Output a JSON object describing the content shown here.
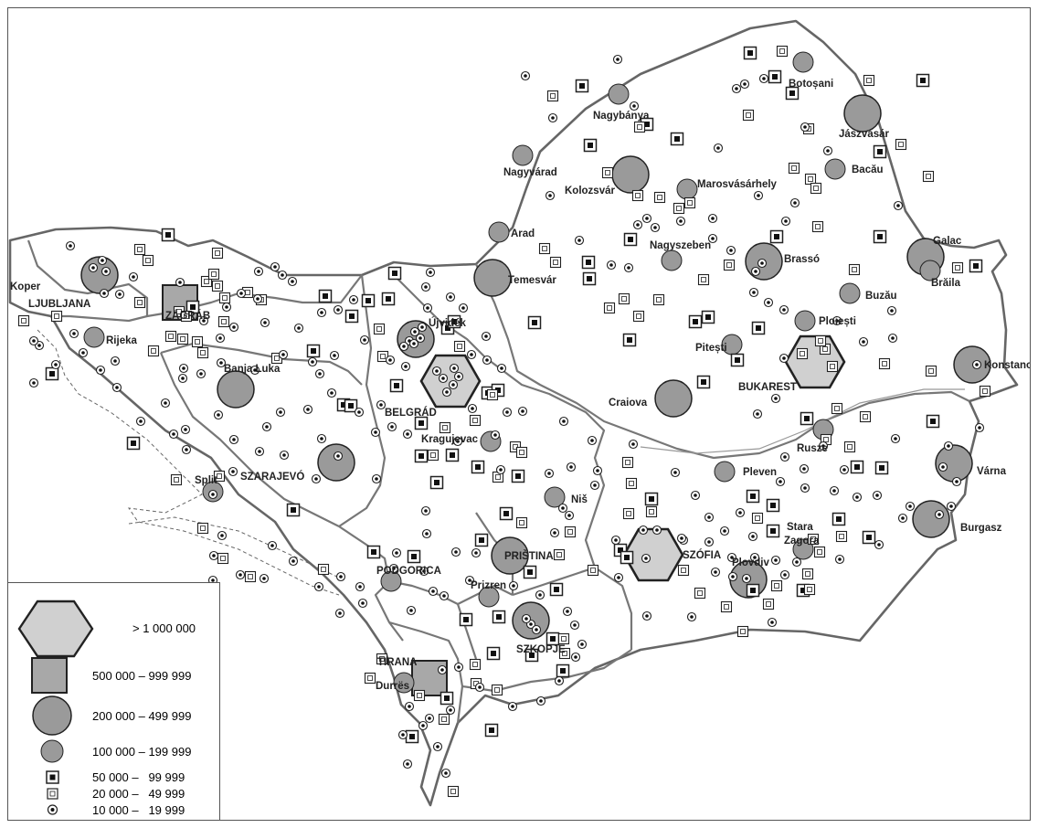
{
  "colors": {
    "fill_mega": "#d0d0d0",
    "fill_large": "#a8a8a8",
    "fill_medium": "#9a9a9a",
    "outline": "#222222",
    "border": "#777777"
  },
  "legend": [
    {
      "symbol": "hexagon",
      "label": "> 1 000 000"
    },
    {
      "symbol": "big-square",
      "label": "500 000 – 999 999"
    },
    {
      "symbol": "big-circle",
      "label": "200 000 – 499 999"
    },
    {
      "symbol": "circle",
      "label": "100 000 – 199 999"
    },
    {
      "symbol": "filled-square",
      "label": "50 000 –   99 999"
    },
    {
      "symbol": "hollow-square",
      "label": "20 000 –   49 999"
    },
    {
      "symbol": "dot",
      "label": "10 000 –   19 999"
    }
  ],
  "cities": {
    "koper": "Koper",
    "ljubljana": "LJUBLJANA",
    "zagreb": "ZÁGRÁB",
    "rijeka": "Rijeka",
    "banja_luka": "Banja Luka",
    "split": "Split",
    "sarajevo": "SZARAJEVÓ",
    "podgorica": "PODGORICA",
    "tirana": "TIRANA",
    "durres": "Durrës",
    "ujvidek": "Újvidék",
    "belgrad": "BELGRÁD",
    "kragujevac": "Kragujevac",
    "nis": "Niš",
    "pristina": "PRIŠTINA",
    "prizren": "Prizren",
    "szkopje": "SZKOPJE",
    "szofia": "SZÓFIA",
    "plovdiv": "Plovdiv",
    "stara_zagora_1": "Stara",
    "stara_zagora_2": "Zagora",
    "pleven": "Pleven",
    "rusze": "Rusze",
    "varna": "Várna",
    "burgasz": "Burgasz",
    "bukarest": "BUKAREST",
    "pitesti": "Pitești",
    "craiova": "Craiova",
    "ploiesti": "Ploiești",
    "buzau": "Buzău",
    "braila": "Brăila",
    "galac": "Galac",
    "konstanca": "Konstanca",
    "brasso": "Brassó",
    "nagyszeben": "Nagyszeben",
    "temesvar": "Temesvár",
    "arad": "Arad",
    "nagyvarad": "Nagyvárad",
    "kolozsvar": "Kolozsvár",
    "marosvasarhely": "Marosvásárhely",
    "nagybanya": "Nagybánya",
    "botosani": "Botoșani",
    "jaszvasar": "Jászvásár",
    "bacau": "Bacău"
  }
}
